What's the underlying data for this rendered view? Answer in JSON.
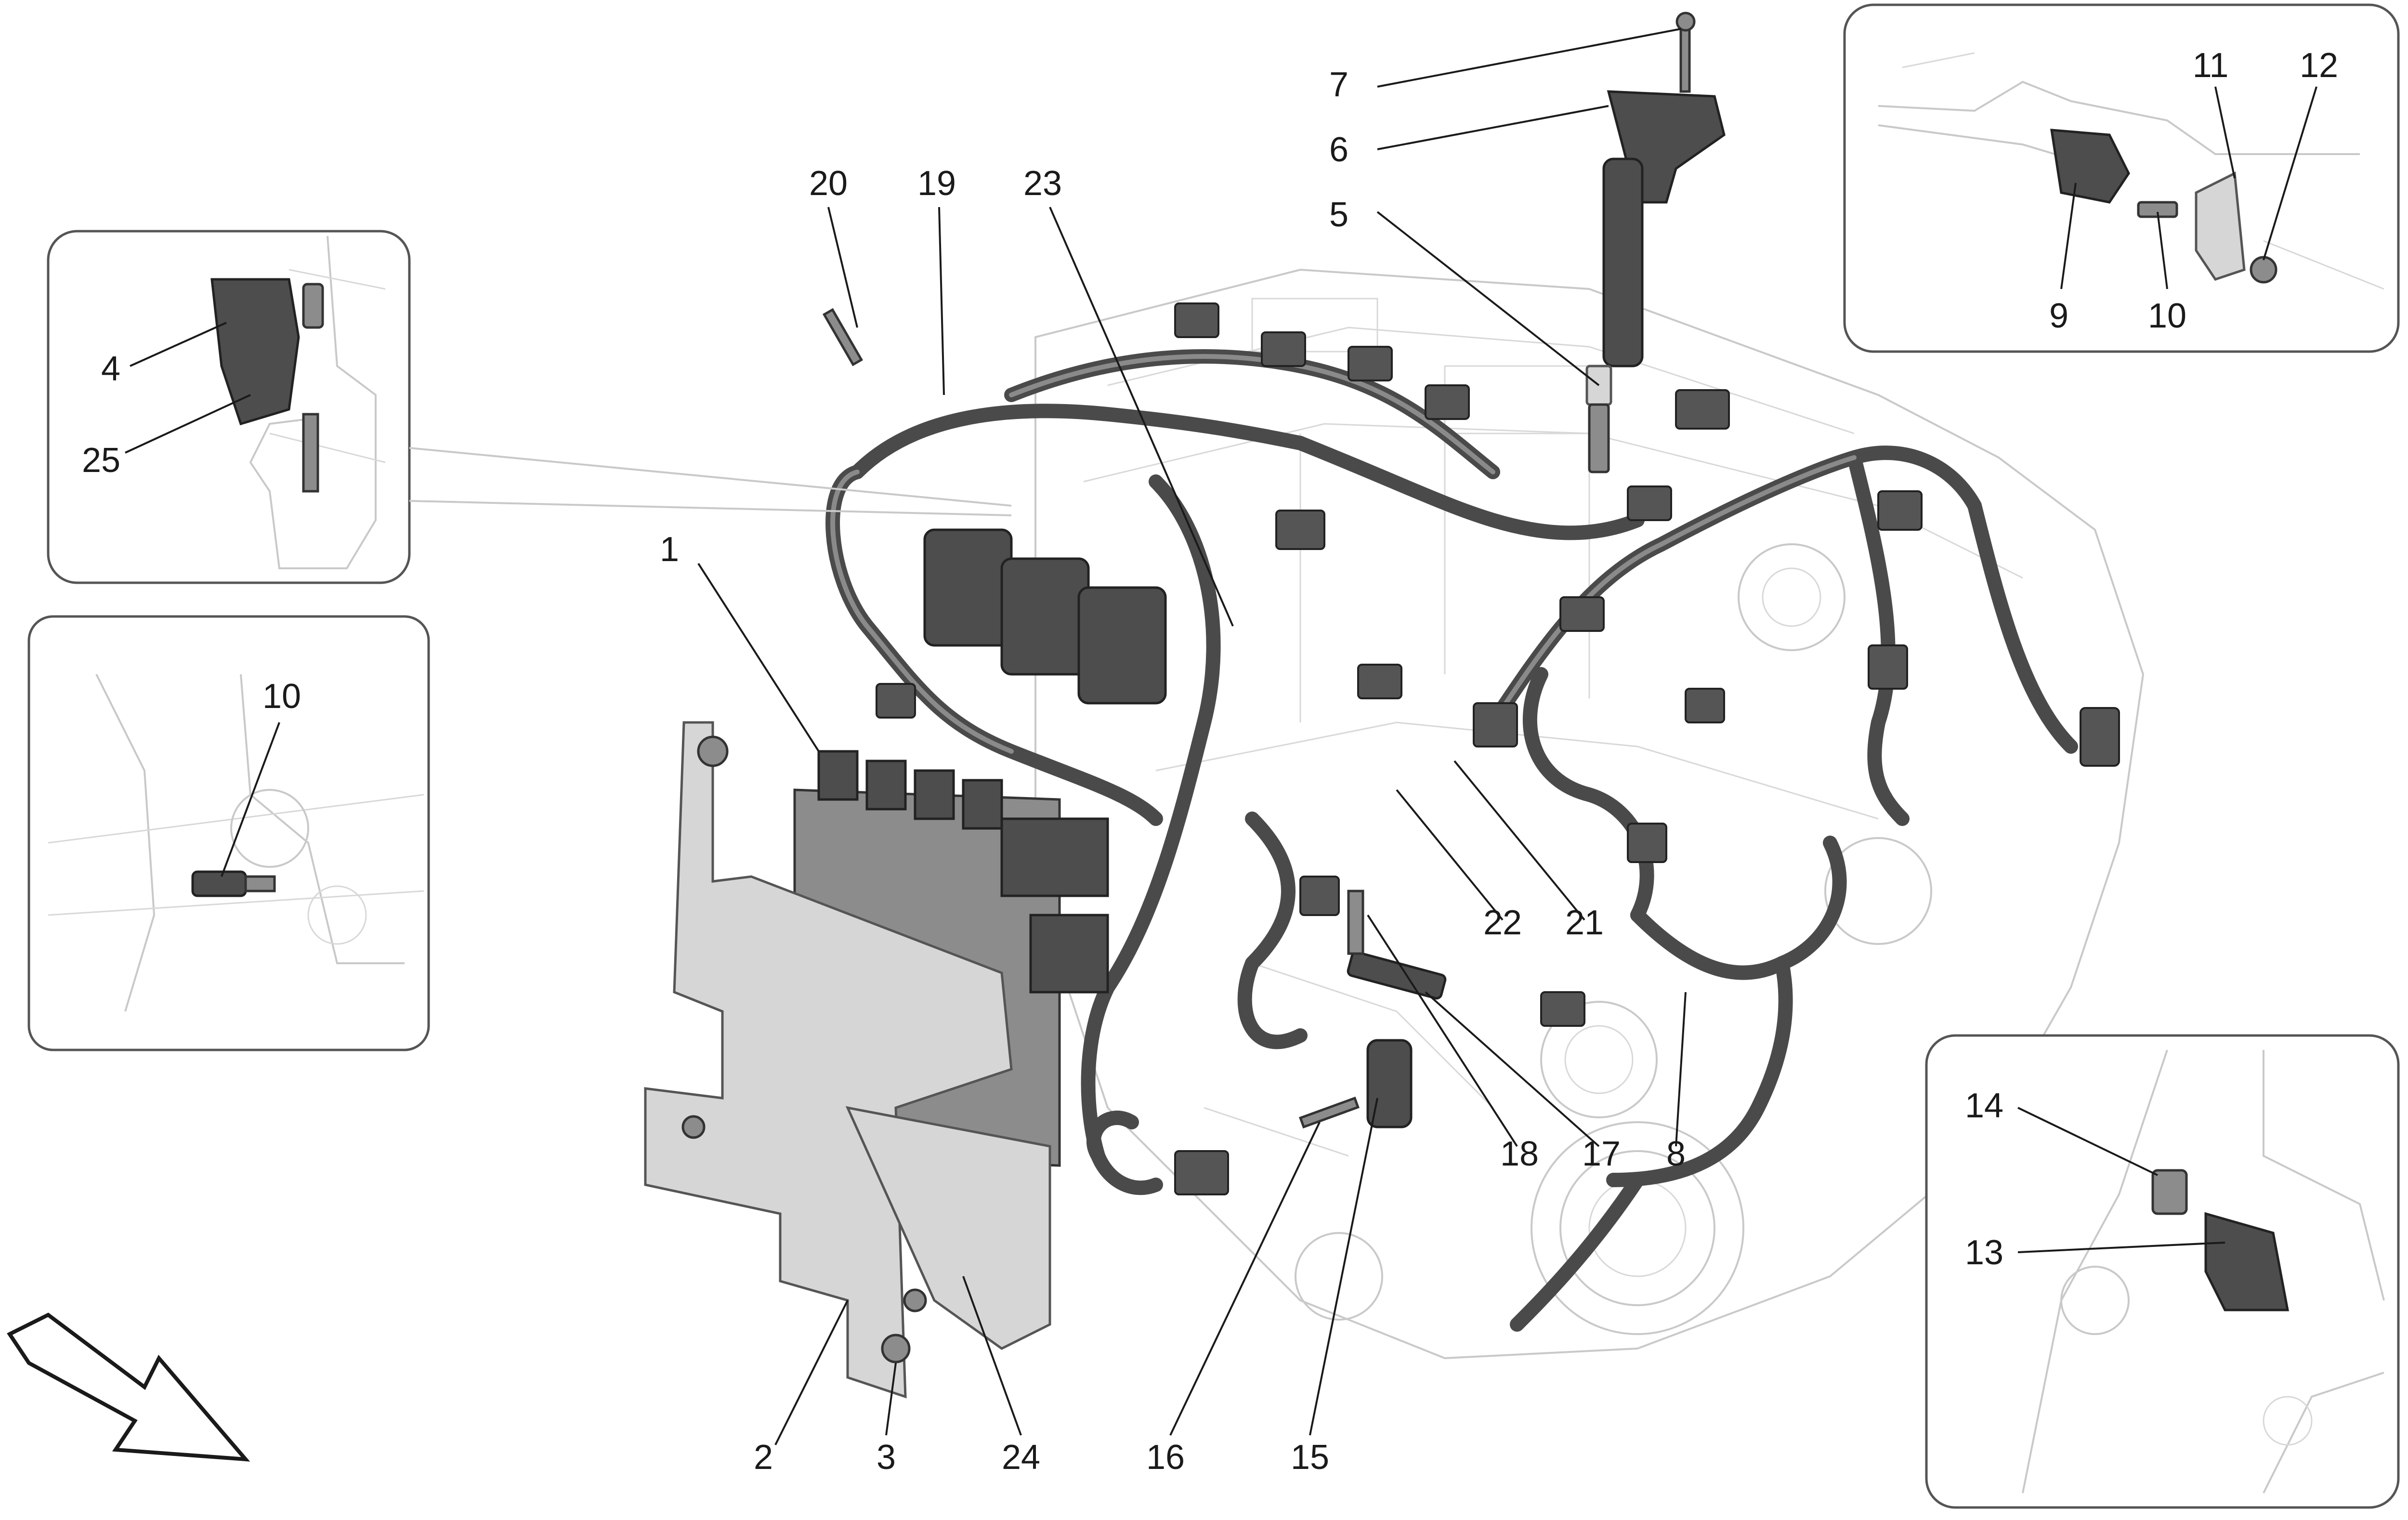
{
  "callouts": {
    "c1": "1",
    "c2": "2",
    "c3": "3",
    "c4": "4",
    "c5": "5",
    "c6": "6",
    "c7": "7",
    "c8": "8",
    "c9": "9",
    "c10a": "10",
    "c10b": "10",
    "c11": "11",
    "c12": "12",
    "c13": "13",
    "c14": "14",
    "c15": "15",
    "c16": "16",
    "c17": "17",
    "c18": "18",
    "c19": "19",
    "c20": "20",
    "c21": "21",
    "c22": "22",
    "c23": "23",
    "c24": "24",
    "c25": "25"
  },
  "icons": {
    "direction_arrow": "direction-arrow-icon"
  }
}
